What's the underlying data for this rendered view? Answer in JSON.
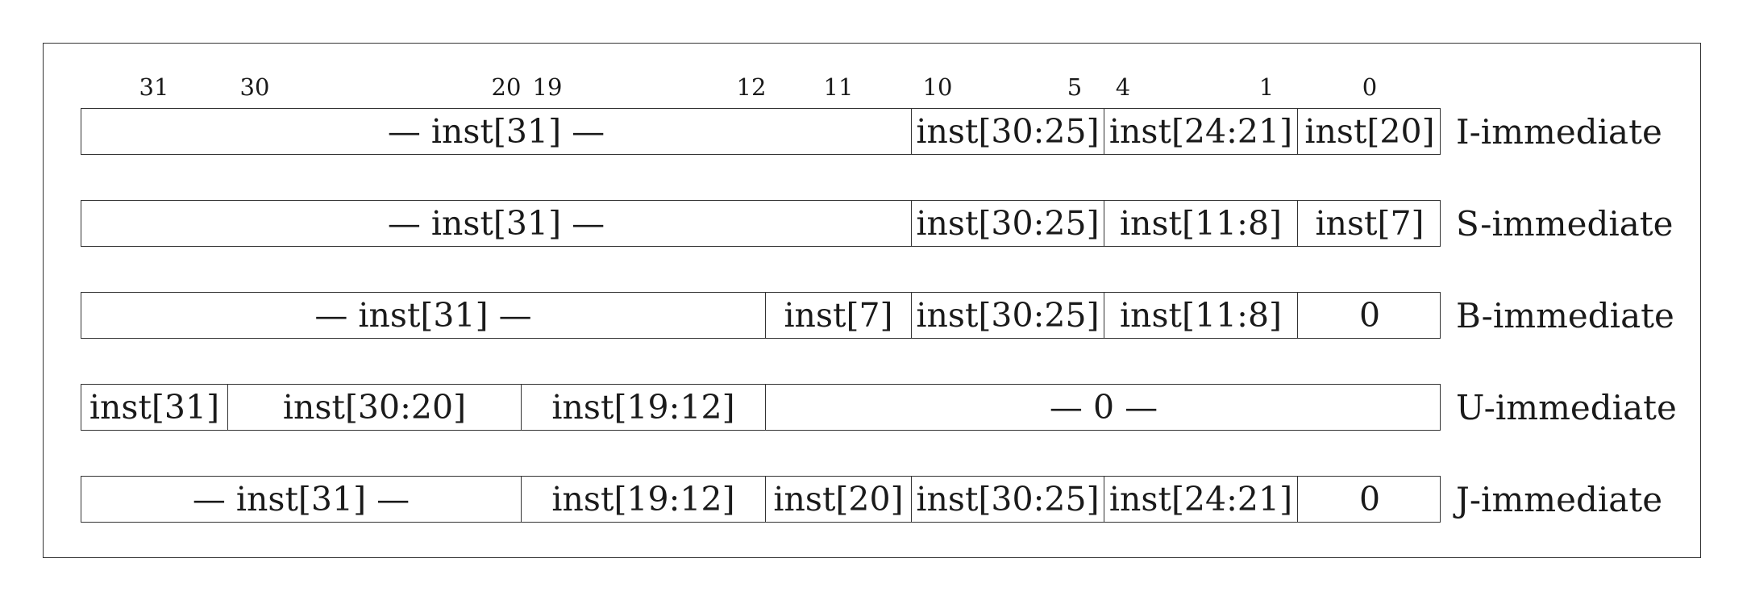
{
  "bit_numbers": [
    "31",
    "30",
    "20",
    "19",
    "12",
    "11",
    "10",
    "5",
    "4",
    "1",
    "0"
  ],
  "formats": [
    {
      "name": "I-immediate",
      "fields": [
        {
          "label": "— inst[31] —"
        },
        {
          "label": "inst[30:25]"
        },
        {
          "label": "inst[24:21]"
        },
        {
          "label": "inst[20]"
        }
      ]
    },
    {
      "name": "S-immediate",
      "fields": [
        {
          "label": "— inst[31] —"
        },
        {
          "label": "inst[30:25]"
        },
        {
          "label": "inst[11:8]"
        },
        {
          "label": "inst[7]"
        }
      ]
    },
    {
      "name": "B-immediate",
      "fields": [
        {
          "label": "— inst[31] —"
        },
        {
          "label": "inst[7]"
        },
        {
          "label": "inst[30:25]"
        },
        {
          "label": "inst[11:8]"
        },
        {
          "label": "0"
        }
      ]
    },
    {
      "name": "U-immediate",
      "fields": [
        {
          "label": "inst[31]"
        },
        {
          "label": "inst[30:20]"
        },
        {
          "label": "inst[19:12]"
        },
        {
          "label": "— 0 —"
        }
      ]
    },
    {
      "name": "J-immediate",
      "fields": [
        {
          "label": "— inst[31] —"
        },
        {
          "label": "inst[19:12]"
        },
        {
          "label": "inst[20]"
        },
        {
          "label": "inst[30:25]"
        },
        {
          "label": "inst[24:21]"
        },
        {
          "label": "0"
        }
      ]
    }
  ]
}
